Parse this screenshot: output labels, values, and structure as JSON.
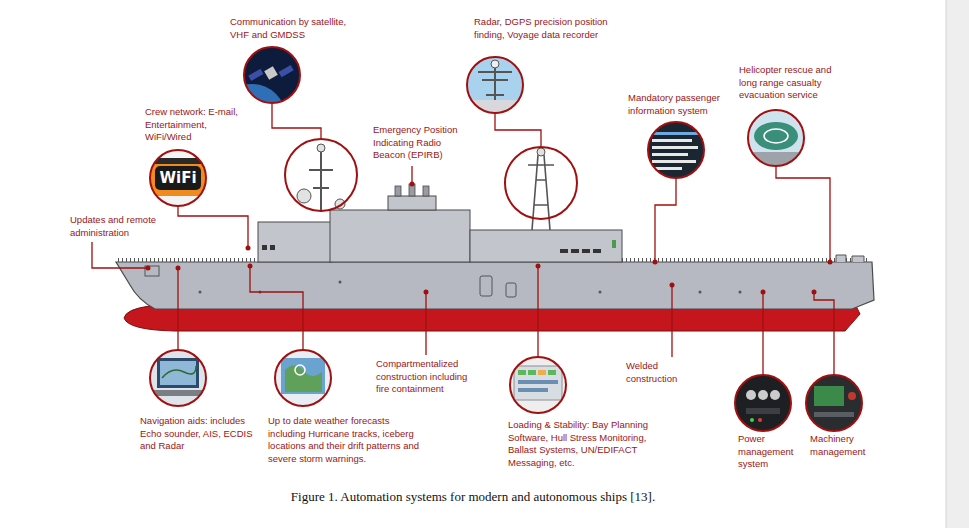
{
  "diagram": {
    "caption": "Figure 1. Automation systems for modern and autonomous ships [13].",
    "labels": [
      "Communication by satellite, VHF and GMDSS",
      "Radar, DGPS precision position finding, Voyage data recorder",
      "Helicopter rescue and long range casualty evacuation service",
      "Mandatory passenger information system",
      "Crew network: E-mail, Entertainment, WiFi/Wired",
      "Emergency Position Indicating Radio Beacon (EPIRB)",
      "WiFi",
      "Updates and remote administration",
      "Compartmentalized construction including fire containment",
      "Welded construction",
      "Navigation aids: includes Echo sounder, AIS, ECDIS and Radar",
      "Up to date weather forecasts including Hurricane tracks, iceberg locations and their drift patterns and severe storm warnings.",
      "Loading & Stability: Bay Planning Software, Hull Stress Monitoring, Ballast Systems, UN/EDIFACT Messaging, etc.",
      "Power management system",
      "Machinery management"
    ]
  }
}
